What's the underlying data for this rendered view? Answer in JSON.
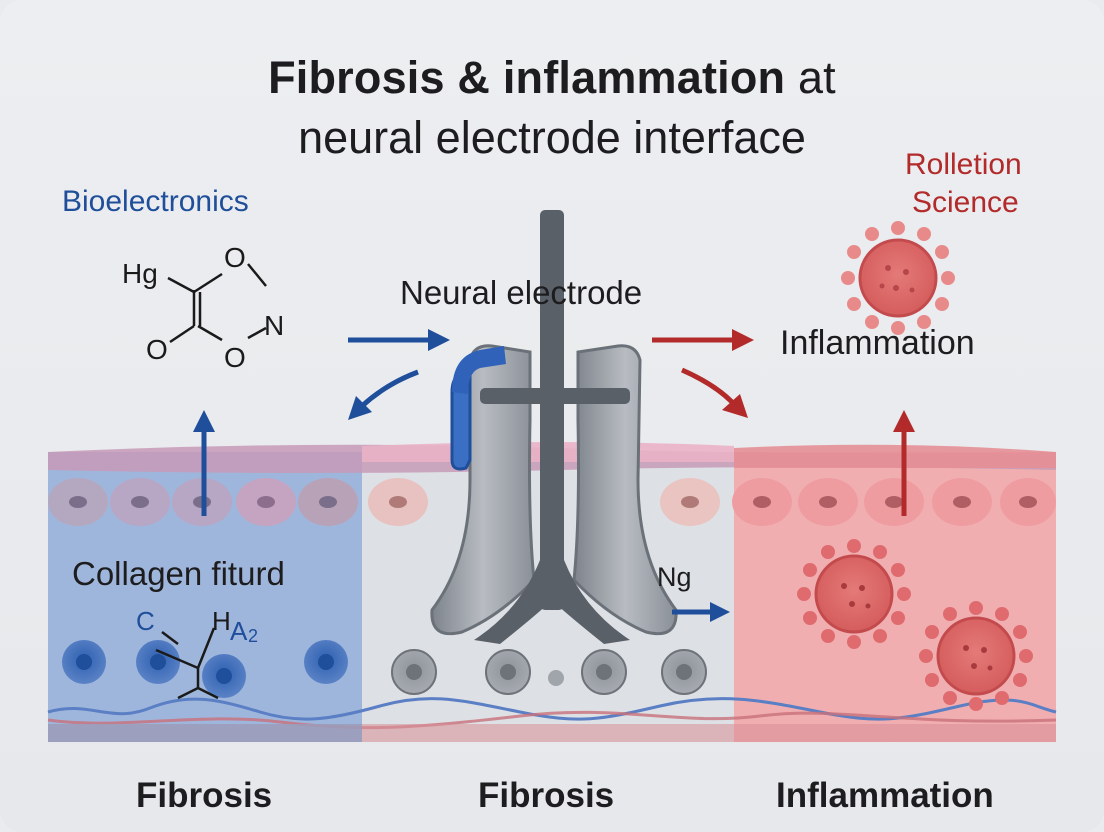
{
  "title": {
    "bold": "Fibrosis & inflammation",
    "rest": " at",
    "line2": "neural electrode interface"
  },
  "labels": {
    "bioelectronics": "Bioelectronics",
    "rolleton_line1": "Rolletion",
    "rolleton_line2": "Science",
    "neural_electrode": "Neural electrode",
    "inflammation": "Inflammation",
    "collagen": "Collagen fiturd",
    "ng": "Ng"
  },
  "chemistry": {
    "top_molecule": [
      "Hg",
      "O",
      "O",
      "O",
      "N"
    ],
    "bottom_molecule": [
      "C",
      "H",
      "A",
      "2"
    ]
  },
  "footer": [
    "Fibrosis",
    "Fibrosis",
    "Inflammation"
  ],
  "colors": {
    "fibrosis_blue": "#1f4e9a",
    "inflammation_red": "#b22a2a",
    "electrode_gray": "#5a6068"
  }
}
